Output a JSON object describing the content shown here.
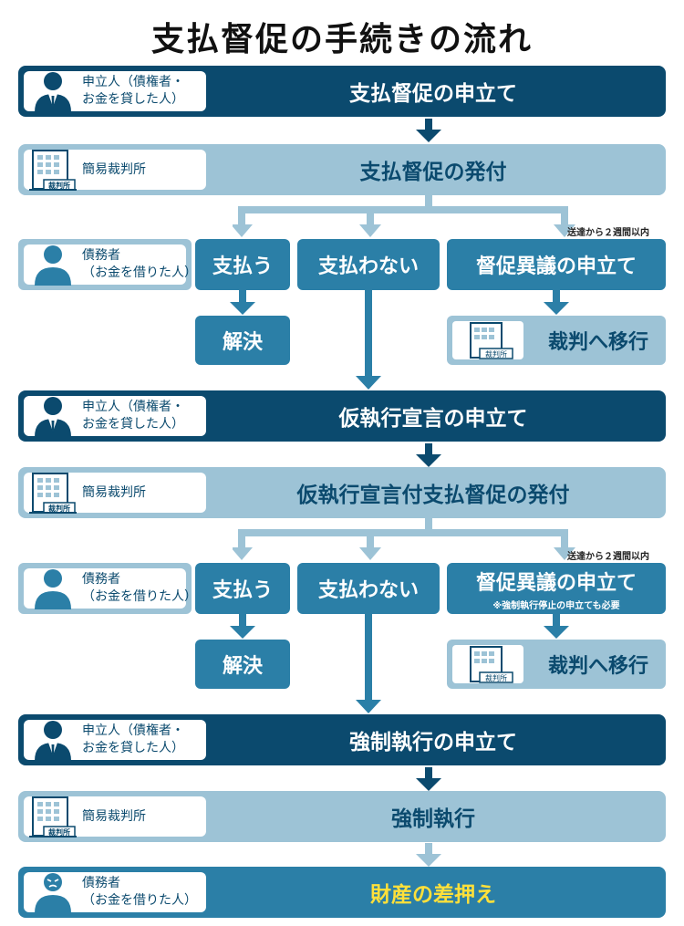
{
  "title": "支払督促の手続きの流れ",
  "colors": {
    "dark": "#0b4a6e",
    "light": "#9dc3d6",
    "mid": "#2b7fa7",
    "arrow_dark": "#0b4a6e",
    "arrow_light": "#9dc3d6",
    "highlight": "#ffe03a"
  },
  "actors": {
    "creditor": {
      "line1": "申立人（債権者・",
      "line2": "お金を貸した人）",
      "icon": "person-suit-icon"
    },
    "court": {
      "label": "簡易裁判所",
      "sign": "裁判所",
      "icon": "court-building-icon"
    },
    "debtor": {
      "line1": "債務者",
      "line2": "（お金を借りた人）",
      "icon": "person-icon"
    }
  },
  "steps": {
    "s1": "支払督促の申立て",
    "s2": "支払督促の発付",
    "s3": "仮執行宣言の申立て",
    "s4": "仮執行宣言付支払督促の発付",
    "s5": "強制執行の申立て",
    "s6": "強制執行",
    "s7": "財産の差押え"
  },
  "options": {
    "pay": "支払う",
    "nopay": "支払わない",
    "objection": "督促異議の申立て",
    "resolved": "解決",
    "trial": "裁判へ移行",
    "deadline": "送達から２週間以内",
    "stay_note": "※強制執行停止の申立ても必要"
  }
}
